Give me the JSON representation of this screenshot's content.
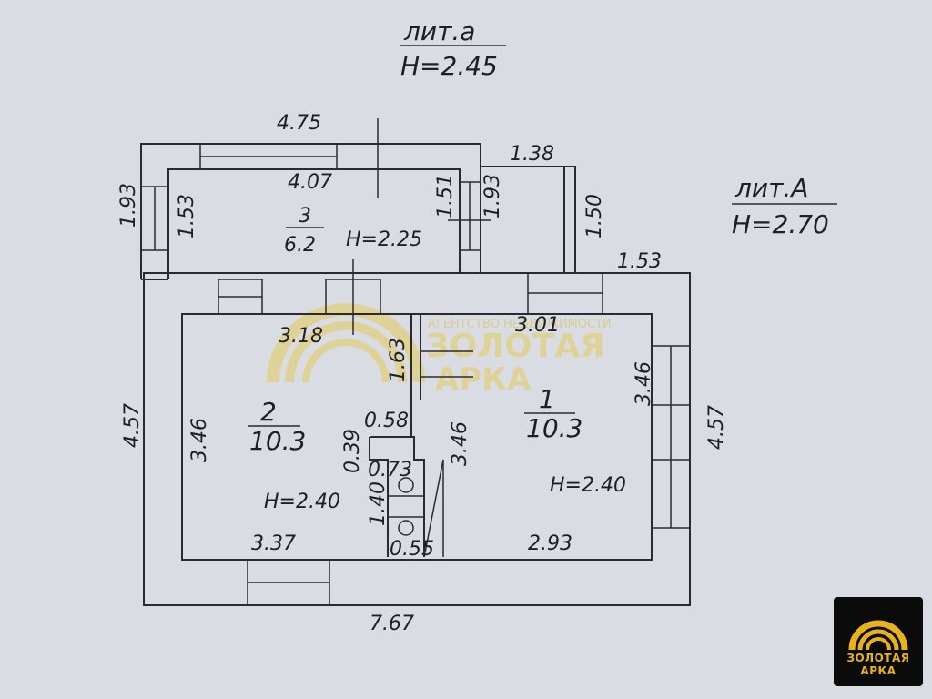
{
  "lit_a": {
    "title": "лит.а",
    "height": "H=2.45"
  },
  "lit_A": {
    "title": "лит.А",
    "height": "H=2.70"
  },
  "dims": {
    "top_outer": "4.75",
    "annex_width": "1.38",
    "annex_height": "1.50",
    "left_annex": "1.93",
    "room3_left": "1.53",
    "room3_right": "1.51",
    "room3_right2": "1.93",
    "room3_inner_width": "4.07",
    "step_width": "1.53",
    "left_main": "4.57",
    "right_main": "4.57",
    "bottom_main": "7.67",
    "room2_top": "3.18",
    "room2_left": "3.46",
    "room2_bottom": "3.37",
    "room1_top": "3.01",
    "room1_right": "3.46",
    "room1_bottom": "2.93",
    "partition_height": "3.46",
    "corridor": "1.63",
    "stove_w": "0.58",
    "stove_h": "0.39",
    "stove_inner": "0.73",
    "stove_len": "1.40",
    "stove_bottom": "0.55"
  },
  "rooms": [
    {
      "num": "3",
      "area": "6.2",
      "height": "H=2.25"
    },
    {
      "num": "2",
      "area": "10.3",
      "height": "H=2.40"
    },
    {
      "num": "1",
      "area": "10.3",
      "height": "H=2.40"
    }
  ],
  "watermark": {
    "line1": "ЗОЛОТАЯ",
    "line2": "АРКА",
    "tag": "АГЕНТСТВО НЕДВИЖИМОСТИ"
  },
  "logo": {
    "line1": "ЗОЛОТАЯ",
    "line2": "АРКА"
  },
  "colors": {
    "paper": "#d9dde3",
    "ink": "#1e1f24",
    "watermark": "#e8c63a",
    "logo_gold": "#e9b21b"
  }
}
